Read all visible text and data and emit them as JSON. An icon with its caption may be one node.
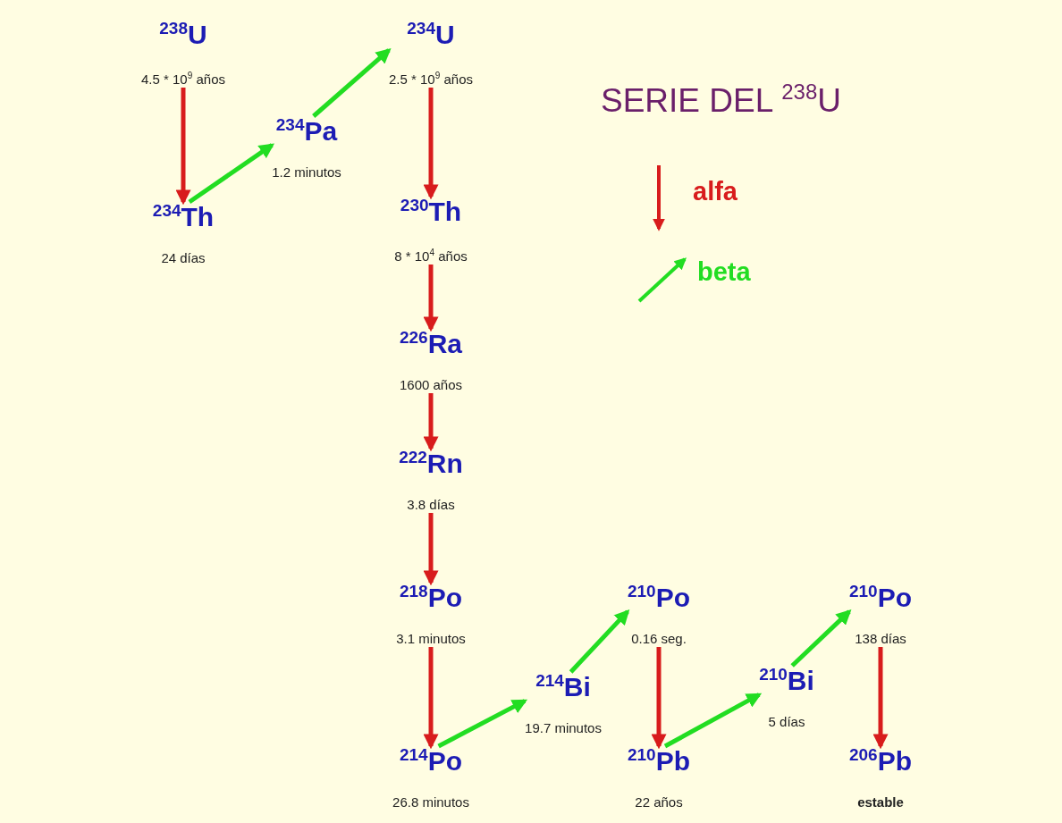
{
  "diagram": {
    "title": "SERIE DEL $^{238}$U",
    "nodes": [
      {
        "text": [
          "$^{238}$U",
          "4.5 * 10$^{9}$ años"
        ]
      },
      {
        "text": [
          "$^{234}$Th",
          "24 días"
        ]
      },
      {
        "text": [
          "$^{234}$Pa",
          "1.2 minutos"
        ]
      },
      {
        "text": [
          "$^{234}$U",
          "2.5 * 10$^{9}$ años"
        ]
      },
      {
        "text": [
          "$^{230}$Th",
          "8 * 10$^{4}$ años"
        ]
      },
      {
        "text": [
          "$^{226}$Ra",
          "1600 años"
        ]
      },
      {
        "text": [
          "$^{222}$Rn",
          "3.8 días"
        ]
      },
      {
        "text": [
          "$^{218}$Po",
          "3.1 minutos"
        ]
      },
      {
        "text": [
          "$^{214}$Po",
          "26.8 minutos"
        ]
      },
      {
        "text": [
          "$^{214}$Bi",
          "19.7 minutos"
        ]
      },
      {
        "text": [
          "$^{210}$Po",
          "0.16 seg."
        ]
      },
      {
        "text": [
          "$^{210}$Pb",
          "22 años"
        ]
      },
      {
        "text": [
          "$^{210}$Bi",
          "5 días"
        ]
      },
      {
        "text": [
          "$^{210}$Po",
          "138 días"
        ]
      },
      {
        "text": [
          "$^{206}$Pb",
          "estable"
        ]
      }
    ],
    "edges": [
      {
        "from": 0,
        "to": 1,
        "arrow": "to"
      },
      {
        "from": 1,
        "to": 2,
        "arrow": "to",
        "color": "#22dd22"
      },
      {
        "from": 2,
        "to": 3,
        "arrow": "to",
        "color": "#22dd22"
      },
      {
        "from": 3,
        "to": 4,
        "arrow": "to"
      },
      {
        "from": 4,
        "to": 5,
        "arrow": "to"
      },
      {
        "from": 5,
        "to": 6,
        "arrow": "to"
      },
      {
        "from": 6,
        "to": 7,
        "arrow": "to"
      },
      {
        "from": 7,
        "to": 8,
        "arrow": "to"
      },
      {
        "from": 8,
        "to": 9,
        "arrow": "to",
        "color": "#22dd22"
      },
      {
        "from": 9,
        "to": 10,
        "arrow": "to",
        "color": "#22dd22"
      },
      {
        "from": 10,
        "to": 11,
        "arrow": "to"
      },
      {
        "from": 11,
        "to": 12,
        "arrow": "to",
        "color": "#22dd22"
      },
      {
        "from": 12,
        "to": 13,
        "arrow": "to",
        "color": "#22dd22"
      },
      {
        "from": 13,
        "to": 14,
        "arrow": "to"
      }
    ],
    "legend": [
      {
        "text": "alfa"
      },
      {
        "text": "beta"
      }
    ]
  }
}
